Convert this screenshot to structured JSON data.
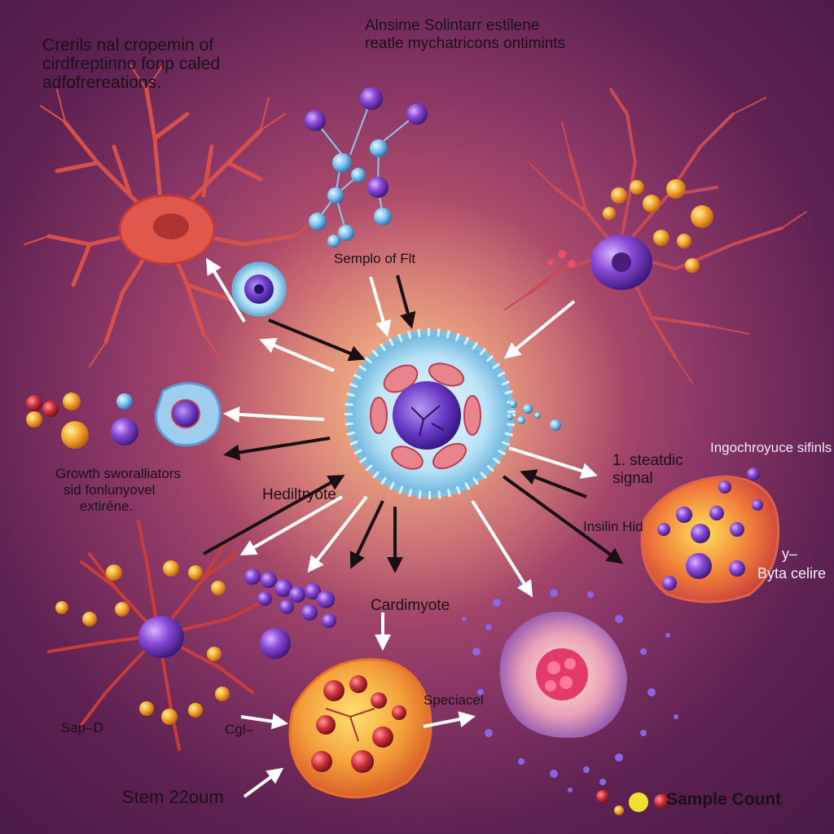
{
  "labels": {
    "top_left_line1": "Crerils nal cropemin of",
    "top_left_line2": "cirdfreptiпno fonp caled",
    "top_left_line3": "adfofrereations.",
    "top_center_line1": "Alnsime Solintarr estilene",
    "top_center_line2": "reatle mychatricons ontimints",
    "sample_top": "Semplo of Flt",
    "growth_line1": "Growth sworalliators",
    "growth_line2": "sid fonlunyovel",
    "growth_line3": "extiréne.",
    "center_cell": "Hediltryote",
    "signal_line1": "1. steatdic",
    "signal_line2": "signal",
    "right_top": "Ingochroyuce sifinls",
    "insulin": "Insilin Hid",
    "beta_prefix": "y–",
    "beta": "Byta celire",
    "cardimyote": "Cardimyote",
    "speciacel": "Speciacel",
    "sap": "Sap–D",
    "cgl": "Cgl–",
    "stem": "Stem 22oum",
    "sample_count": "Sample Count"
  },
  "colors": {
    "background_center": "#e88a62",
    "background_edge": "#4a1a45",
    "neuron": "#d8504a",
    "stem_cell_membrane": "#a8dcf2",
    "nucleus": "#6a3cc8",
    "cardiomyocyte": "#f4a03a",
    "beta_cell": "#f07a3a",
    "arrow_white": "#ffffff",
    "arrow_dark": "#1a1014"
  }
}
